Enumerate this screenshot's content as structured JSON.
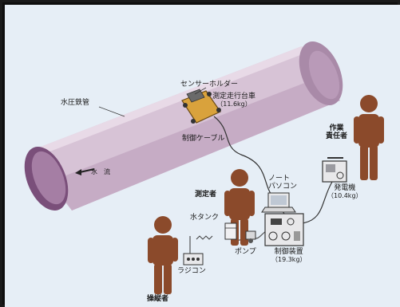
{
  "colors": {
    "background": "#e6eef6",
    "pipe_body": "#d7c3d6",
    "pipe_shadow": "#b597b4",
    "pipe_inner": "#7a4f7a",
    "person": "#8b4a2b",
    "cart": "#d9a23c",
    "cable": "#333333",
    "equipment": "#e8e8ea",
    "frame": "#1a1a1a"
  },
  "labels": {
    "penstock": "水圧鉄管",
    "sensor_holder": "センサーホルダー",
    "cart_line1": "測定走行台車",
    "cart_line2": "（11.6kg）",
    "control_cable": "制御ケーブル",
    "water_flow": "水　流",
    "notebook_line1": "ノート",
    "notebook_line2": "パソコン",
    "measurer": "測定者",
    "work_leader_line1": "作業",
    "work_leader_line2": "責任者",
    "generator_line1": "発電機",
    "generator_line2": "（10.4kg）",
    "water_tank": "水タンク",
    "pump": "ポンプ",
    "controller_line1": "制御装置",
    "controller_line2": "（19.3kg）",
    "radio_control": "ラジコン",
    "operator": "操縦者"
  }
}
